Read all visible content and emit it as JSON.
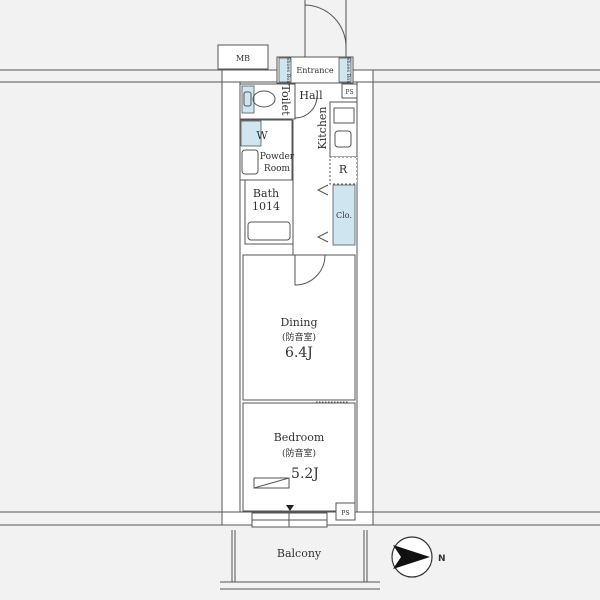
{
  "rooms": {
    "mb": "MB",
    "entrance": "Entrance",
    "shoes_box": "Shoes Box",
    "ps_top": "PS",
    "toilet": "Toilet",
    "hall": "Hall",
    "kitchen": "Kitchen",
    "w": "W",
    "powder_room_1": "Powder",
    "powder_room_2": "Room",
    "refrigerator": "R",
    "bath": "Bath",
    "bath_size": "1014",
    "closet": "Clo.",
    "dining": "Dining",
    "dining_note": "(防音室)",
    "dining_size": "6.4J",
    "bedroom": "Bedroom",
    "bedroom_note": "(防音室)",
    "bedroom_size": "5.2J",
    "ps_bottom": "PS",
    "balcony": "Balcony"
  },
  "compass": {
    "label": "N"
  }
}
